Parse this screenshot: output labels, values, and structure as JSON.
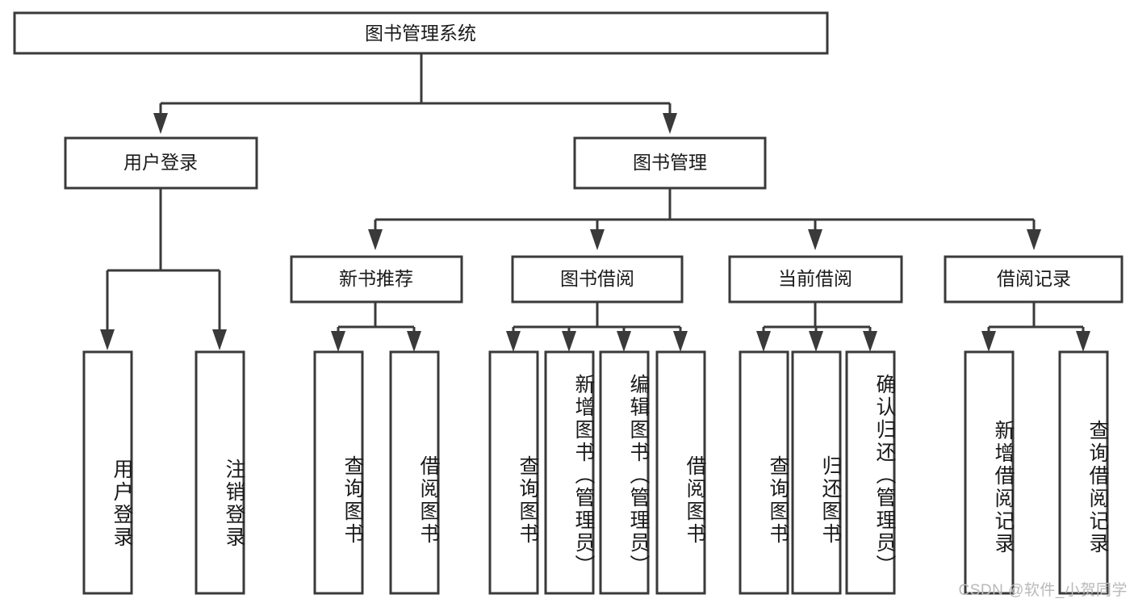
{
  "diagram": {
    "title": "图书管理系统",
    "watermark": "CSDN @软件_小贺同学",
    "accent_color": "#3a3a3a",
    "background_color": "#ffffff",
    "text_color": "#1a1a1a"
  },
  "nodes": {
    "root": {
      "label": "图书管理系统"
    },
    "level2": [
      {
        "id": "user-login",
        "label": "用户登录"
      },
      {
        "id": "book-management",
        "label": "图书管理"
      }
    ],
    "level3": [
      {
        "id": "new-book-recommend",
        "label": "新书推荐"
      },
      {
        "id": "book-borrow",
        "label": "图书借阅"
      },
      {
        "id": "current-borrow",
        "label": "当前借阅"
      },
      {
        "id": "borrow-record",
        "label": "借阅记录"
      }
    ],
    "leaves": [
      {
        "id": "leaf-user-login",
        "label": "用户登录",
        "parent": "user-login"
      },
      {
        "id": "leaf-logout-login",
        "label": "注销登录",
        "parent": "user-login"
      },
      {
        "id": "leaf-query-book-1",
        "label": "查询图书",
        "parent": "new-book-recommend"
      },
      {
        "id": "leaf-borrow-book-1",
        "label": "借阅图书",
        "parent": "new-book-recommend"
      },
      {
        "id": "leaf-query-book-2",
        "label": "查询图书",
        "parent": "book-borrow"
      },
      {
        "id": "leaf-add-book",
        "label": "新增图书（管理员）",
        "parent": "book-borrow"
      },
      {
        "id": "leaf-edit-book",
        "label": "编辑图书（管理员）",
        "parent": "book-borrow"
      },
      {
        "id": "leaf-borrow-book-2",
        "label": "借阅图书",
        "parent": "book-borrow"
      },
      {
        "id": "leaf-query-book-3",
        "label": "查询图书",
        "parent": "current-borrow"
      },
      {
        "id": "leaf-return-book",
        "label": "归还图书",
        "parent": "current-borrow"
      },
      {
        "id": "leaf-confirm-return",
        "label": "确认归还（管理员）",
        "parent": "current-borrow"
      },
      {
        "id": "leaf-add-record",
        "label": "新增借阅记录",
        "parent": "borrow-record"
      },
      {
        "id": "leaf-query-record",
        "label": "查询借阅记录",
        "parent": "borrow-record"
      }
    ]
  },
  "chart_data": {
    "type": "tree",
    "title": "图书管理系统",
    "orientation": "top-down",
    "edges": [
      {
        "from": "图书管理系统",
        "to": "用户登录"
      },
      {
        "from": "图书管理系统",
        "to": "图书管理"
      },
      {
        "from": "用户登录",
        "to": "用户登录"
      },
      {
        "from": "用户登录",
        "to": "注销登录"
      },
      {
        "from": "图书管理",
        "to": "新书推荐"
      },
      {
        "from": "图书管理",
        "to": "图书借阅"
      },
      {
        "from": "图书管理",
        "to": "当前借阅"
      },
      {
        "from": "图书管理",
        "to": "借阅记录"
      },
      {
        "from": "新书推荐",
        "to": "查询图书"
      },
      {
        "from": "新书推荐",
        "to": "借阅图书"
      },
      {
        "from": "图书借阅",
        "to": "查询图书"
      },
      {
        "from": "图书借阅",
        "to": "新增图书（管理员）"
      },
      {
        "from": "图书借阅",
        "to": "编辑图书（管理员）"
      },
      {
        "from": "图书借阅",
        "to": "借阅图书"
      },
      {
        "from": "当前借阅",
        "to": "查询图书"
      },
      {
        "from": "当前借阅",
        "to": "归还图书"
      },
      {
        "from": "当前借阅",
        "to": "确认归还（管理员）"
      },
      {
        "from": "借阅记录",
        "to": "新增借阅记录"
      },
      {
        "from": "借阅记录",
        "to": "查询借阅记录"
      }
    ]
  }
}
